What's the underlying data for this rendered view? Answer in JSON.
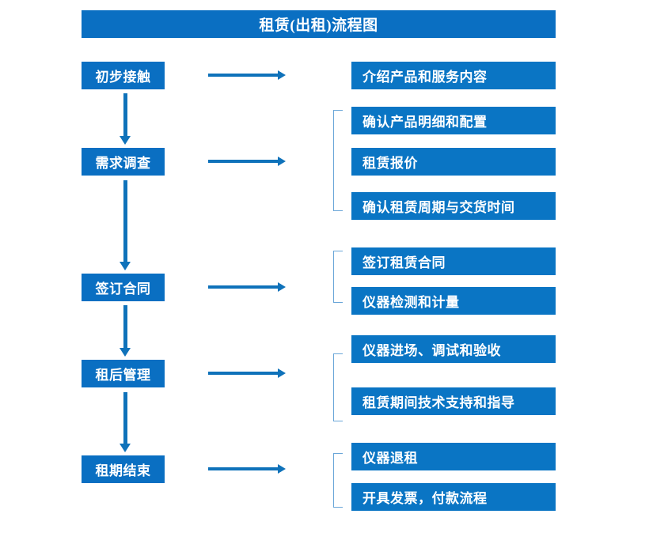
{
  "diagram": {
    "title": "租赁(出租)流程图",
    "type": "flowchart",
    "colors": {
      "box_fill": "#0a75c4",
      "stage_fill": "#0a6fc2",
      "title_fill": "#0a6fc2",
      "arrow": "#0f72ba",
      "bracket": "#6aa6d8",
      "text": "#ffffff",
      "background": "#ffffff"
    },
    "stages": [
      {
        "label": "初步接触"
      },
      {
        "label": "需求调查"
      },
      {
        "label": "签订合同"
      },
      {
        "label": "租后管理"
      },
      {
        "label": "租期结束"
      }
    ],
    "groups": [
      {
        "stage": "初步接触",
        "bracketed": false,
        "items": [
          {
            "label": "介绍产品和服务内容"
          }
        ]
      },
      {
        "stage": "需求调查",
        "bracketed": true,
        "items": [
          {
            "label": "确认产品明细和配置"
          },
          {
            "label": "租赁报价"
          },
          {
            "label": "确认租赁周期与交货时间"
          }
        ]
      },
      {
        "stage": "签订合同",
        "bracketed": true,
        "items": [
          {
            "label": "签订租赁合同"
          },
          {
            "label": "仪器检测和计量"
          }
        ]
      },
      {
        "stage": "租后管理",
        "bracketed": true,
        "items": [
          {
            "label": "仪器进场、调试和验收"
          },
          {
            "label": "租赁期间技术支持和指导"
          }
        ]
      },
      {
        "stage": "租期结束",
        "bracketed": true,
        "items": [
          {
            "label": "仪器退租"
          },
          {
            "label": "开具发票，付款流程"
          }
        ]
      }
    ],
    "connectors": {
      "stage_to_stage": "downward-arrow",
      "stage_to_detail": "rightward-arrow",
      "count_down_arrows": 4,
      "count_right_arrows": 5
    }
  }
}
